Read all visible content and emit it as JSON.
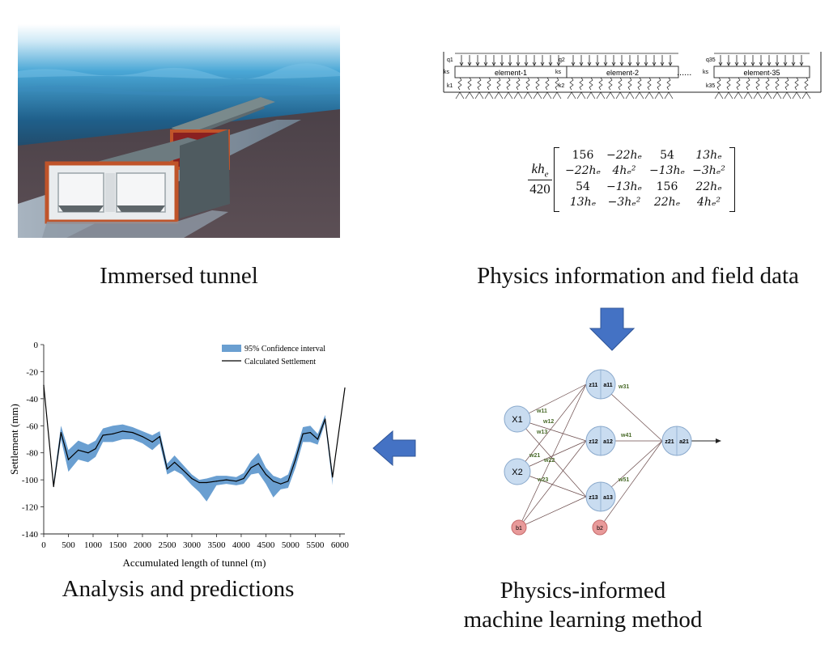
{
  "captions": {
    "tunnel": "Immersed tunnel",
    "physics": "Physics information and field data",
    "ml": "Physics-informed machine learning method",
    "analysis": "Analysis and predictions"
  },
  "beam_model": {
    "elements": [
      "element-1",
      "element-2",
      "element-35"
    ],
    "loads": [
      "q1",
      "q2",
      "q35"
    ],
    "springs": [
      "k1",
      "k2",
      "k35"
    ],
    "shear_spring": "ks",
    "ellipsis": "......"
  },
  "stiffness_matrix": {
    "prefix_numerator": "khe",
    "prefix_denominator": "420",
    "rows": [
      [
        "156",
        "−22hₑ",
        "54",
        "13hₑ"
      ],
      [
        "−22hₑ",
        "4hₑ²",
        "−13hₑ",
        "−3hₑ²"
      ],
      [
        "54",
        "−13hₑ",
        "156",
        "22hₑ"
      ],
      [
        "13hₑ",
        "−3hₑ²",
        "22hₑ",
        "4hₑ²"
      ]
    ]
  },
  "network": {
    "inputs": [
      "X1",
      "X2"
    ],
    "bias": [
      "b1",
      "b2"
    ],
    "hidden": [
      [
        "z11",
        "a11"
      ],
      [
        "z12",
        "a12"
      ],
      [
        "z13",
        "a13"
      ]
    ],
    "output": [
      "z21",
      "a21"
    ],
    "weights": [
      "w11",
      "w12",
      "w13",
      "w21",
      "w22",
      "w23",
      "w31",
      "w41",
      "w51"
    ],
    "colors": {
      "node": "#c9dcf0",
      "node_stroke": "#8aa9cc",
      "bias": "#e89a9a",
      "bias_stroke": "#c76b6b"
    }
  },
  "arrow_color": "#4472c4",
  "chart_data": {
    "type": "line",
    "xlabel": "Accumulated length of tunnel (m)",
    "ylabel": "Settlement (mm)",
    "xlim": [
      0,
      6100
    ],
    "ylim": [
      -140,
      0
    ],
    "xticks": [
      "0",
      "500",
      "1000",
      "1500",
      "2000",
      "2500",
      "3000",
      "3500",
      "4000",
      "4500",
      "5000",
      "5500",
      "6000"
    ],
    "yticks": [
      "0",
      "-20",
      "-40",
      "-60",
      "-80",
      "-100",
      "-120",
      "-140"
    ],
    "legend": {
      "position": "top-right",
      "ci_label": "95% Confidence interval",
      "line_label": "Calculated Settlement"
    },
    "colors": {
      "ci": "#6a9fd1",
      "line": "#000000"
    },
    "series": [
      {
        "name": "Calculated Settlement",
        "x": [
          0,
          200,
          350,
          500,
          700,
          900,
          1050,
          1200,
          1400,
          1600,
          1800,
          2000,
          2200,
          2350,
          2500,
          2650,
          2800,
          3000,
          3150,
          3300,
          3500,
          3700,
          3900,
          4050,
          4200,
          4350,
          4500,
          4650,
          4800,
          4950,
          5100,
          5250,
          5400,
          5550,
          5700,
          5850,
          6100
        ],
        "y": [
          -30,
          -105,
          -65,
          -85,
          -78,
          -80,
          -77,
          -67,
          -66,
          -64,
          -65,
          -68,
          -72,
          -68,
          -92,
          -87,
          -92,
          -99,
          -102,
          -102,
          -101,
          -100,
          -101,
          -99,
          -91,
          -88,
          -96,
          -101,
          -103,
          -101,
          -85,
          -66,
          -65,
          -70,
          -55,
          -98,
          -32
        ]
      },
      {
        "name": "95% Confidence interval",
        "x": [
          200,
          350,
          500,
          700,
          900,
          1050,
          1200,
          1400,
          1600,
          1800,
          2000,
          2200,
          2350,
          2500,
          2650,
          2800,
          3000,
          3150,
          3300,
          3500,
          3700,
          3900,
          4050,
          4200,
          4350,
          4500,
          4650,
          4800,
          4950,
          5100,
          5250,
          5400,
          5550,
          5700,
          5850
        ],
        "upper": [
          -101,
          -60,
          -78,
          -71,
          -74,
          -71,
          -62,
          -60,
          -59,
          -61,
          -64,
          -67,
          -64,
          -88,
          -82,
          -88,
          -96,
          -100,
          -99,
          -97,
          -97,
          -98,
          -95,
          -86,
          -80,
          -91,
          -97,
          -99,
          -96,
          -80,
          -61,
          -60,
          -66,
          -52,
          -95
        ],
        "lower": [
          -106,
          -70,
          -94,
          -85,
          -87,
          -83,
          -72,
          -72,
          -70,
          -70,
          -73,
          -78,
          -73,
          -96,
          -93,
          -96,
          -104,
          -109,
          -116,
          -104,
          -103,
          -104,
          -103,
          -96,
          -95,
          -103,
          -113,
          -107,
          -106,
          -91,
          -72,
          -72,
          -74,
          -58,
          -104
        ]
      }
    ]
  }
}
